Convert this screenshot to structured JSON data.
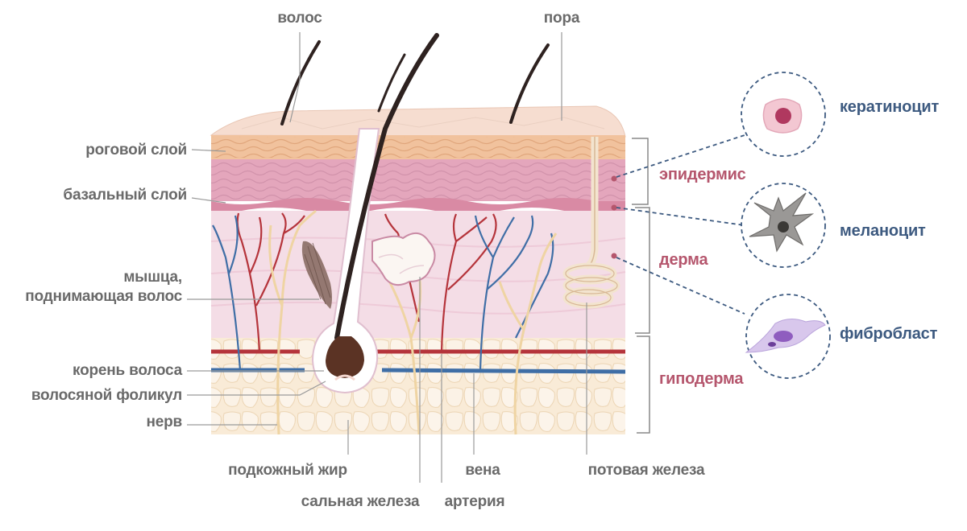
{
  "labels": {
    "hair": "волос",
    "pore": "пора",
    "stratum_corneum": "роговой слой",
    "basal_layer": "базальный слой",
    "arrector_muscle_line1": "мышца,",
    "arrector_muscle_line2": "поднимающая волос",
    "hair_root": "корень волоса",
    "hair_follicle": "волосяной фоликул",
    "nerve": "нерв",
    "subcutaneous_fat": "подкожный жир",
    "sebaceous_gland": "сальная железа",
    "vein": "вена",
    "artery": "артерия",
    "sweat_gland": "потовая железа"
  },
  "layers": {
    "epidermis": "эпидермис",
    "dermis": "дерма",
    "hypodermis": "гиподерма"
  },
  "cells": {
    "keratinocyte": "кератиноцит",
    "melanocyte": "меланоцит",
    "fibroblast": "фибробласт"
  },
  "colors": {
    "label_gray": "#6a6a6a",
    "layer_label": "#b5566d",
    "cell_label": "#3d5a80",
    "artery": "#b5343b",
    "vein": "#3f6ea6",
    "nerve": "#f0d6a8",
    "epidermis": "#e7a9bd",
    "dermis": "#f3dae3",
    "fat": "#f7e6cf"
  }
}
